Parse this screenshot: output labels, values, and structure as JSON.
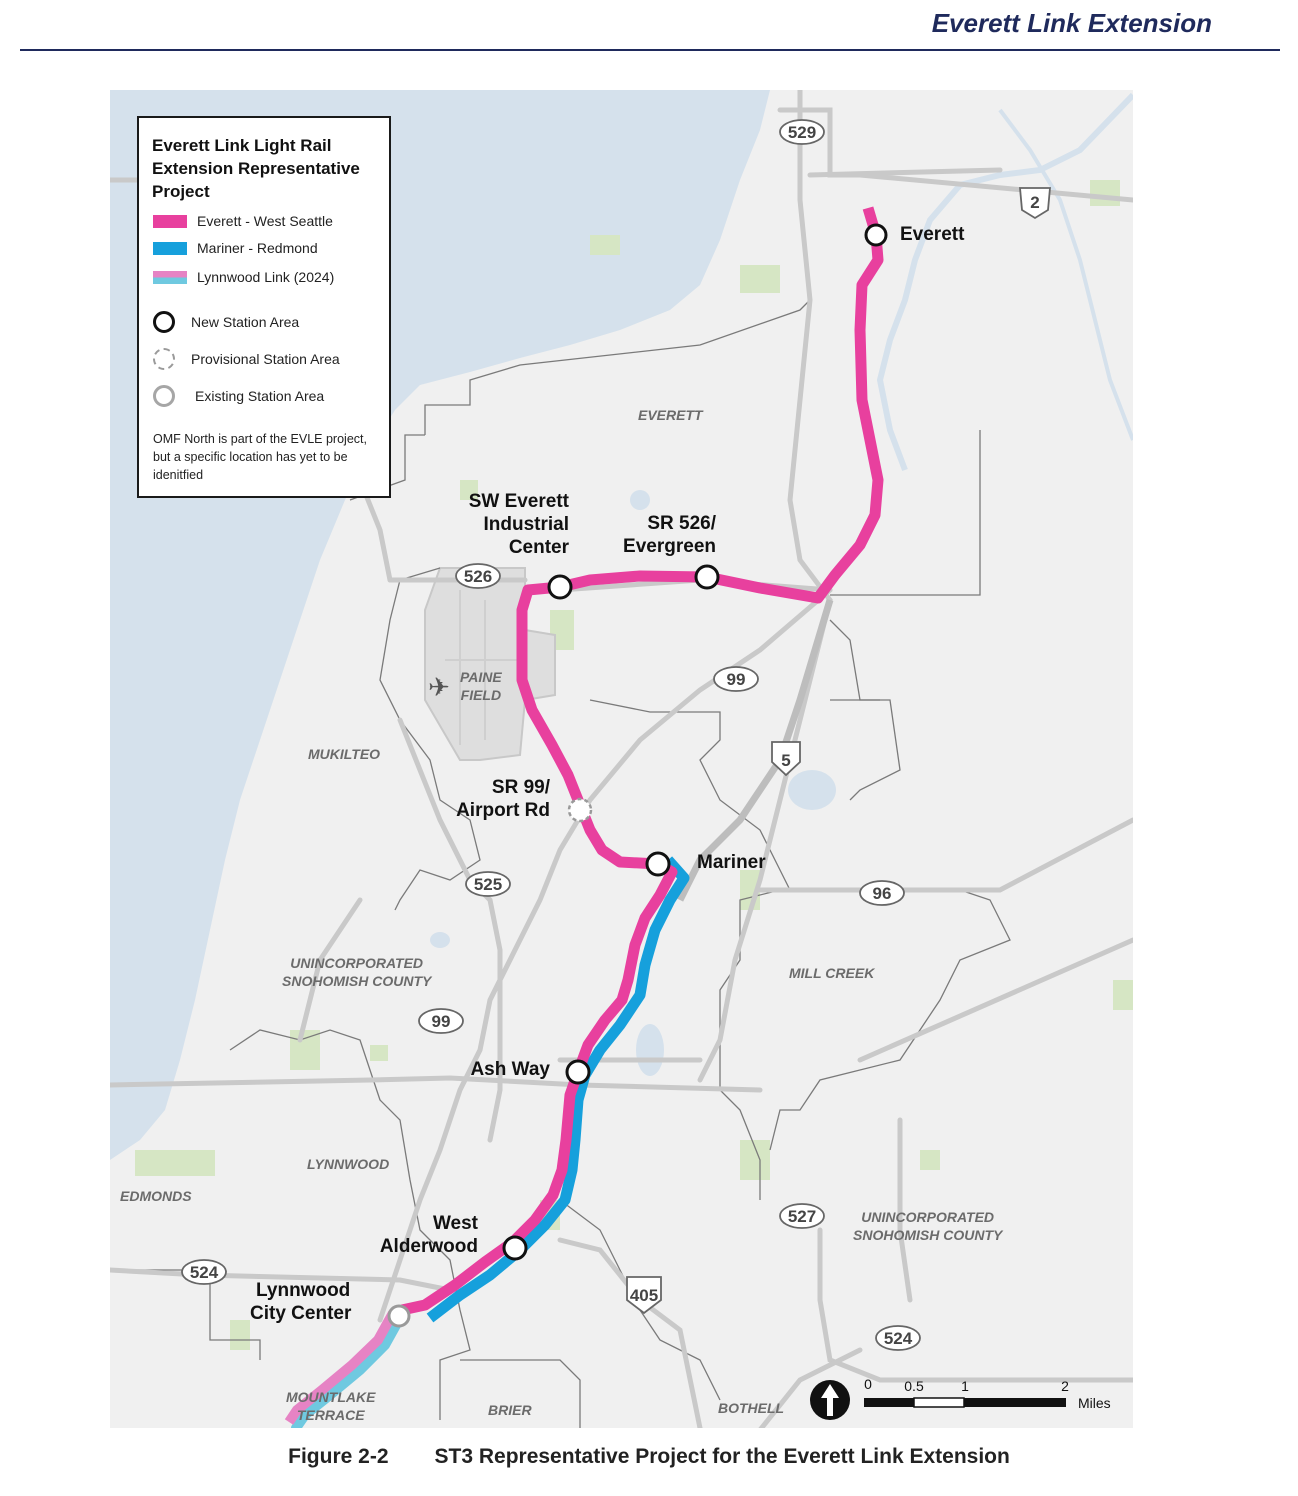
{
  "header": {
    "title": "Everett Link Extension"
  },
  "legend": {
    "title": "Everett Link Light Rail Extension Representative Project",
    "lines": [
      {
        "label": "Everett - West Seattle",
        "color": "#e8409e"
      },
      {
        "label": "Mariner - Redmond",
        "color": "#16a0dc"
      },
      {
        "label": "Lynnwood Link (2024)",
        "color": "#e683c4"
      }
    ],
    "stations": [
      {
        "label": "New Station Area",
        "icon": "new-station-icon"
      },
      {
        "label": "Provisional Station Area",
        "icon": "provisional-station-icon"
      },
      {
        "label": "Existing Station Area",
        "icon": "existing-station-icon"
      }
    ],
    "note": "OMF North is part of the EVLE project, but a specific location has yet to be idenitfied"
  },
  "stations": {
    "everett": "Everett",
    "sw_everett": "SW Everett Industrial Center",
    "sw_everett_l1": "SW Everett",
    "sw_everett_l2": "Industrial",
    "sw_everett_l3": "Center",
    "sr526_l1": "SR 526/",
    "sr526_l2": "Evergreen",
    "sr99_l1": "SR 99/",
    "sr99_l2": "Airport Rd",
    "mariner": "Mariner",
    "ash_way": "Ash Way",
    "west_alderwood_l1": "West",
    "west_alderwood_l2": "Alderwood",
    "lynnwood_l1": "Lynnwood",
    "lynnwood_l2": "City Center"
  },
  "places": {
    "everett": "EVERETT",
    "mukilteo": "MUKILTEO",
    "paine_l1": "PAINE",
    "paine_l2": "FIELD",
    "unincorp_w_l1": "UNINCORPORATED",
    "unincorp_w_l2": "SNOHOMISH COUNTY",
    "mill_creek": "MILL CREEK",
    "lynnwood": "LYNNWOOD",
    "edmonds": "EDMONDS",
    "unincorp_e_l1": "UNINCORPORATED",
    "unincorp_e_l2": "SNOHOMISH COUNTY",
    "mountlake_l1": "MOUNTLAKE",
    "mountlake_l2": "TERRACE",
    "brier": "BRIER",
    "bothell": "BOTHELL"
  },
  "route_shields": {
    "r529": "529",
    "r2": "2",
    "r526": "526",
    "r99a": "99",
    "r5": "5",
    "r525": "525",
    "r96": "96",
    "r99b": "99",
    "r527": "527",
    "r524a": "524",
    "r405": "405",
    "r524b": "524"
  },
  "scale": {
    "t0": "0",
    "t05": "0.5",
    "t1": "1",
    "t2": "2",
    "unit": "Miles"
  },
  "caption": {
    "figure": "Figure 2-2",
    "text": "ST3 Representative Project for the Everett Link Extension"
  }
}
